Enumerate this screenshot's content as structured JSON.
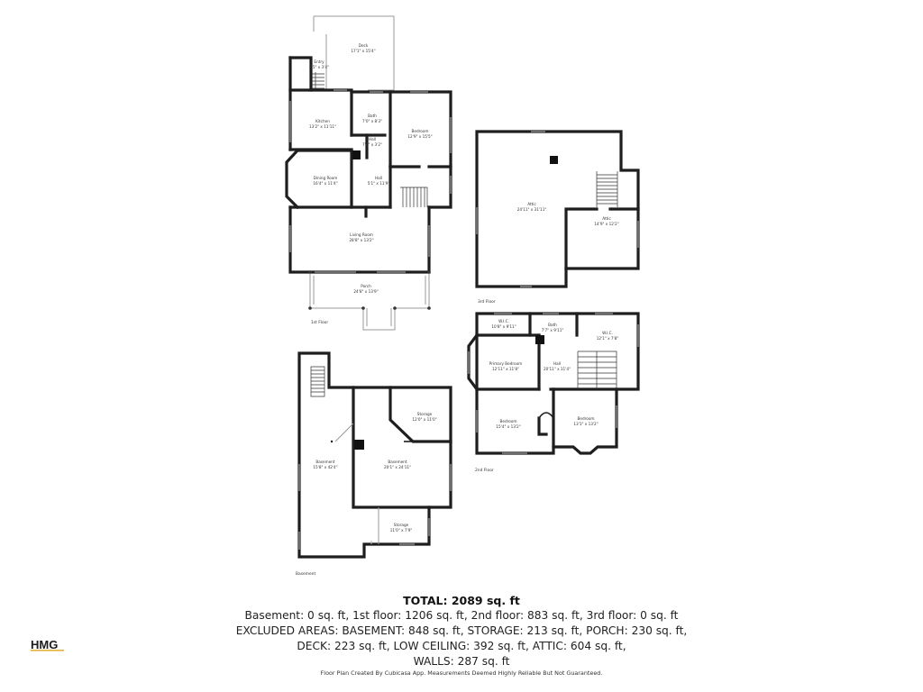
{
  "floors": {
    "first": "1st Floor",
    "second": "2nd Floor",
    "third": "3rd Floor",
    "basement": "Basement"
  },
  "rooms": {
    "deck": {
      "name": "Deck",
      "dims": "17'1\" x 15'4\""
    },
    "entry": {
      "name": "Entry",
      "dims": "8'5\" x 3'4\""
    },
    "kitchen": {
      "name": "Kitchen",
      "dims": "13'2\" x 11'11\""
    },
    "bath1": {
      "name": "Bath",
      "dims": "7'0\" x 8'3\""
    },
    "bedroom1": {
      "name": "Bedroom",
      "dims": "12'9\" x 15'5\""
    },
    "hall1a": {
      "name": "Hall",
      "dims": "7'0\" x 3'2\""
    },
    "dining": {
      "name": "Dining Room",
      "dims": "16'4\" x 11'4\""
    },
    "hall1b": {
      "name": "Hall",
      "dims": "5'1\" x 11'9\""
    },
    "living": {
      "name": "Living Room",
      "dims": "28'8\" x 13'2\""
    },
    "porch": {
      "name": "Porch",
      "dims": "24'8\" x 13'9\""
    },
    "attic_main": {
      "name": "Attic",
      "dims": "24'11\" x 31'11\""
    },
    "attic_side": {
      "name": "Attic",
      "dims": "14'9\" x 12'2\""
    },
    "wic1": {
      "name": "W.I.C.",
      "dims": "10'8\" x 9'11\""
    },
    "bath2": {
      "name": "Bath",
      "dims": "7'7\" x 9'11\""
    },
    "wic2": {
      "name": "W.I.C.",
      "dims": "12'1\" x 7'8\""
    },
    "primary": {
      "name": "Primary Bedroom",
      "dims": "12'11\" x 11'8\""
    },
    "hall2": {
      "name": "Hall",
      "dims": "20'11\" x 11'4\""
    },
    "bedroom2": {
      "name": "Bedroom",
      "dims": "15'4\" x 13'2\""
    },
    "bedroom3": {
      "name": "Bedroom",
      "dims": "13'1\" x 13'2\""
    },
    "storage_top": {
      "name": "Storage",
      "dims": "12'0\" x 11'0\""
    },
    "basement_left": {
      "name": "Basement",
      "dims": "15'8\" x 42'4\""
    },
    "basement_right": {
      "name": "Basement",
      "dims": "20'1\" x 24'11\""
    },
    "storage_bottom": {
      "name": "Storage",
      "dims": "11'0\" x 7'9\""
    }
  },
  "summary": {
    "total": "TOTAL: 2089 sq. ft",
    "line1": "Basement: 0 sq. ft, 1st floor: 1206 sq. ft, 2nd floor: 883 sq. ft, 3rd floor: 0 sq. ft",
    "line2": "EXCLUDED AREAS: BASEMENT: 848 sq. ft, STORAGE: 213 sq. ft, PORCH: 230 sq. ft,",
    "line3": "DECK: 223 sq. ft, LOW CEILING: 392 sq. ft, ATTIC: 604 sq. ft,",
    "line4": "WALLS: 287 sq. ft"
  },
  "disclaimer": "Floor Plan Created By Cubicasa App. Measurements Deemed Highly Reliable But Not Guaranteed.",
  "logo": {
    "text": "HMG",
    "color": "#1b1b1b",
    "accent": "#e3b23c"
  }
}
